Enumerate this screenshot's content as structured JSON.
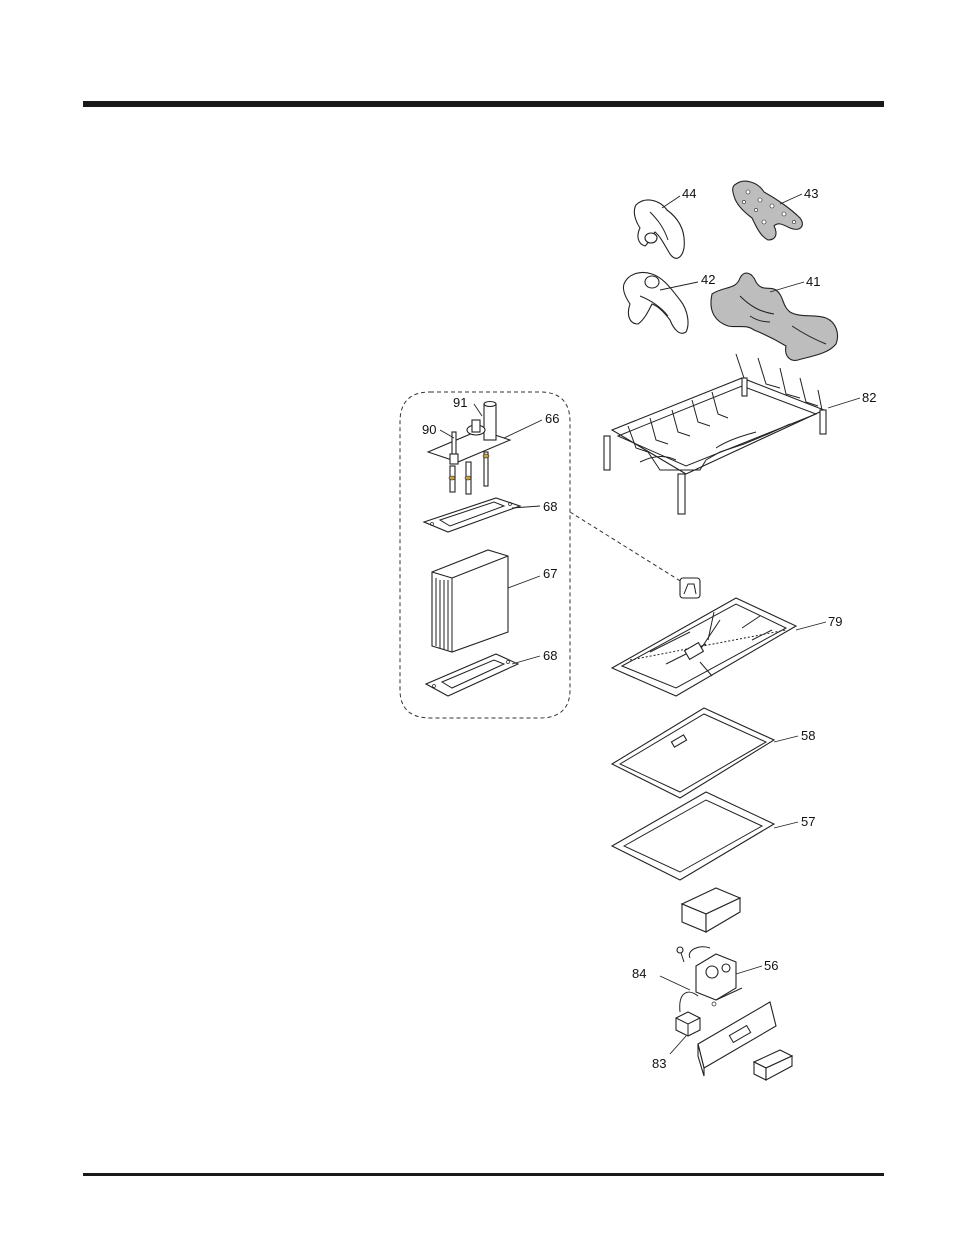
{
  "callouts": {
    "c44": "44",
    "c43": "43",
    "c42": "42",
    "c41": "41",
    "c82": "82",
    "c91": "91",
    "c66": "66",
    "c90": "90",
    "c68a": "68",
    "c67": "67",
    "c68b": "68",
    "c79": "79",
    "c58": "58",
    "c57": "57",
    "c56": "56",
    "c84": "84",
    "c83": "83"
  }
}
